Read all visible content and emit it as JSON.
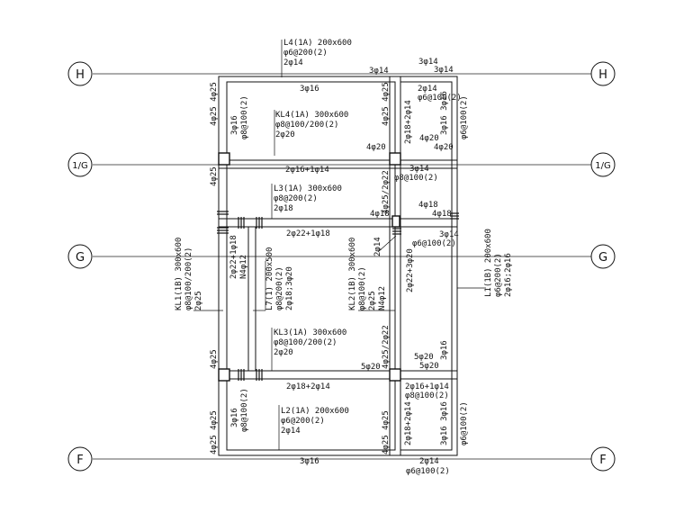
{
  "axes": {
    "h": "H",
    "g1": "1/G",
    "g": "G",
    "f": "F"
  },
  "labels": {
    "l4_a": "L4(1A) 200x600",
    "l4_b": "φ6@200(2)",
    "l4_c": "2φ14",
    "top_right_3f14": "3φ14",
    "top_right_3f14b": "3φ14",
    "top_3f14_mid": "3φ14",
    "top_3f16": "3φ16",
    "kl4_a": "KL4(1A) 300x600",
    "kl4_b": "φ8@100/200(2)",
    "kl4_c": "2φ20",
    "left_4f25_4f25_top": "4φ25 4φ25",
    "v_3f16_top": "3φ16",
    "v_f8_top": "φ8@100(2)",
    "v_4f25_4f25_mid_top": "4φ25 4φ25",
    "v_2f18_2f14": "2φ18+2φ14",
    "v_3f16_r_top": "3φ16 3φ16",
    "v_f6_r_top": "φ6@100(2)",
    "r_2f14": "2φ14",
    "r_f6_100": "φ6@100(2)",
    "r_4f20": "4φ20",
    "r_4f20b": "4φ20",
    "r_4f20c": "4φ20",
    "b_2f16_1f14": "2φ16+1φ14",
    "r_3f14": "3φ14",
    "r_f8_100": "φ8@100(2)",
    "l_4f25": "4φ25",
    "l3_a": "L3(1A) 300x600",
    "l3_b": "φ8@200(2)",
    "l3_c": "2φ18",
    "v_4f25_2f22": "4φ25/2φ22",
    "r_4f18": "4φ18",
    "r_4f18b": "4φ18",
    "r_4f18c": "4φ18",
    "b_2f22_1f18": "2φ22+1φ18",
    "r_3f14_b": "3φ14",
    "r_f6_100_b": "φ6@100(2)",
    "kl1_a": "KL1(1B) 300x600",
    "kl1_b": "φ8@100/200(2)",
    "kl1_c": "2φ25",
    "v_2f22_1f18": "2φ22+1φ18",
    "v_n4f12": "N4φ12",
    "l7_a": "L7(1) 200x500",
    "l7_b": "φ8@200(2)",
    "l7_c": "2φ18;3φ20",
    "kl2_a": "KL2(1B) 300x600",
    "kl2_b": "φ8@100(2)",
    "kl2_c": "2φ25",
    "kl2_d": "N4φ12",
    "v_2f14": "2φ14",
    "v_2f22_3f20": "2φ22+3φ20",
    "l1_a": "L1(1B) 200x600",
    "l1_b": "φ6@200(2)",
    "l1_c": "2φ16;2φ16",
    "kl3_a": "KL3(1A) 300x600",
    "kl3_b": "φ8@100/200(2)",
    "kl3_c": "2φ20",
    "v_4f25_2f22_b": "4φ25/2φ22",
    "l_4f25_b": "4φ25",
    "r_5f20": "5φ20",
    "r_5f20b": "5φ20",
    "r_5f20c": "5φ20",
    "r_3f16": "3φ16",
    "b_2f18_2f14": "2φ18+2φ14",
    "b_2f16_1f14_r": "2φ16+1φ14",
    "b_f8_100_r": "φ8@100(2)",
    "l2_a": "L2(1A) 200x600",
    "l2_b": "φ6@200(2)",
    "l2_c": "2φ14",
    "v_3f16_bl": "3φ16",
    "v_f8_bl": "φ8@100(2)",
    "l_4f25_4f25_bot": "4φ25 4φ25",
    "v_4f25_4f25_bot": "4φ25 4φ25",
    "v_2f18_2f14_b": "2φ18+2φ14",
    "v_3f16_3f16_b": "3φ16 3φ16",
    "v_f6_100_b": "φ6@100(2)",
    "bot_3f16": "3φ16",
    "bot_2f14": "2φ14",
    "bot_f6_100": "φ6@100(2)"
  }
}
